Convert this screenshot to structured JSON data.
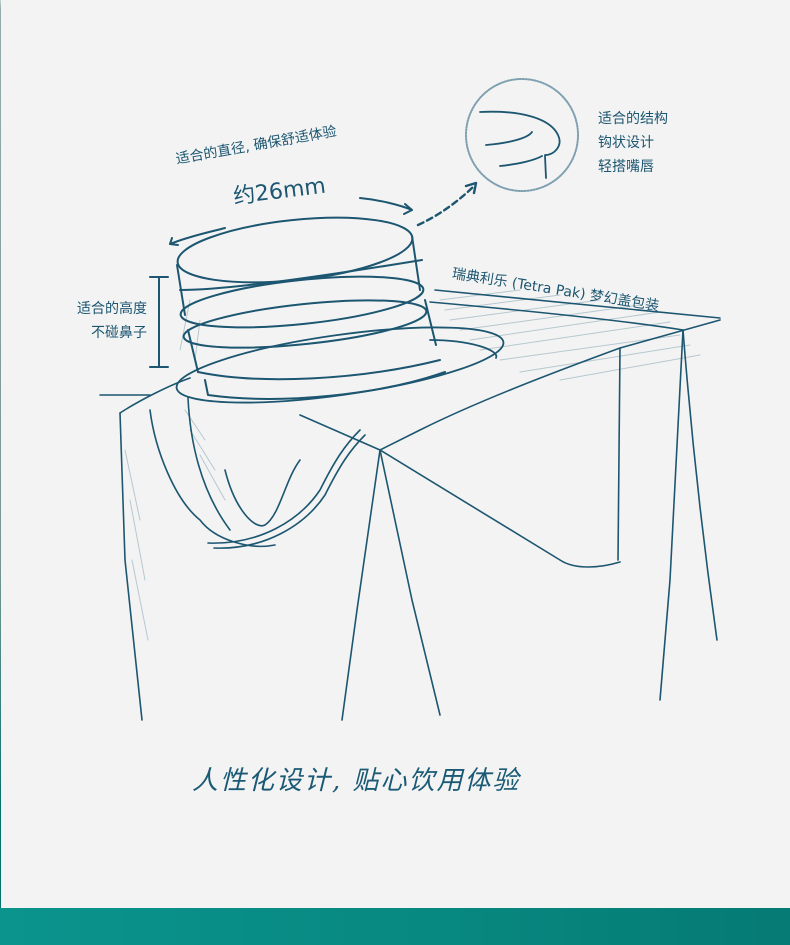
{
  "annotations": {
    "diameter": {
      "caption": "适合的直径, 确保舒适体验",
      "value": "约26mm"
    },
    "structure": {
      "lines": [
        "适合的结构",
        "钩状设计",
        "轻搭嘴唇"
      ]
    },
    "height": {
      "lines": [
        "适合的高度",
        "不碰鼻子"
      ]
    },
    "package": {
      "caption": "瑞典利乐 (Tetra Pak) 梦幻盖包装"
    }
  },
  "slogan": "人性化设计, 贴心饮用体验",
  "colors": {
    "ink": "#1c5670",
    "paper": "#f3f3f3",
    "footer_teal": "#0a948d"
  }
}
